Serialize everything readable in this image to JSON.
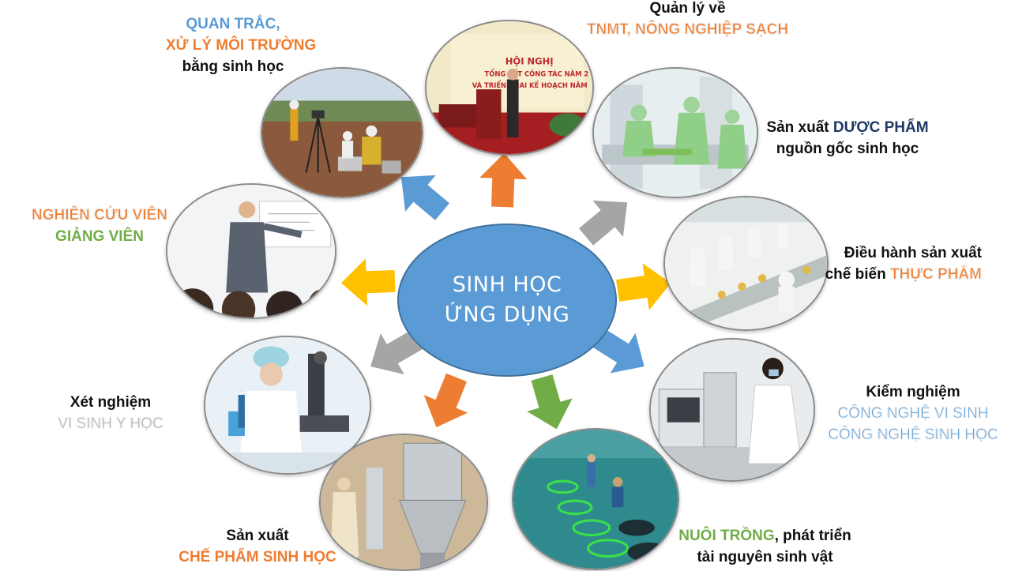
{
  "center": {
    "line1": "SINH HỌC",
    "line2": "ỨNG DỤNG"
  },
  "colors": {
    "center": "#5b9bd5",
    "blue": "#5b9bd5",
    "orange": "#ed7d31",
    "green": "#70ad47",
    "grey": "#a5a5a5",
    "yellow": "#ffc000",
    "navy": "#1f3864"
  },
  "careers": [
    {
      "id": "env",
      "lines": [
        "QUAN TRẮC,",
        "XỬ LÝ MÔI TRƯỜNG",
        "bằng sinh học"
      ],
      "arrow_color": "#5b9bd5"
    },
    {
      "id": "mgmt",
      "lines": [
        "Quản lý về",
        "TNMT, NÔNG NGHIỆP SẠCH"
      ],
      "arrow_color": "#ed7d31"
    },
    {
      "id": "pharma",
      "prefix": "Sản xuất ",
      "highlight": "DƯỢC PHẨM",
      "line2": "nguồn gốc sinh học",
      "arrow_color": "#a5a5a5"
    },
    {
      "id": "food",
      "line1": "Điều hành sản xuất",
      "prefix": "chế biến ",
      "highlight": "THỰC PHẨM",
      "arrow_color": "#ffc000"
    },
    {
      "id": "qc",
      "lines": [
        "Kiểm nghiệm",
        "CÔNG NGHỆ VI SINH",
        "CÔNG NGHỆ SINH HỌC"
      ],
      "arrow_color": "#5b9bd5"
    },
    {
      "id": "aqua",
      "highlight": "NUÔI TRỒNG",
      "suffix": ", phát triển",
      "line2": "tài nguyên sinh vật",
      "arrow_color": "#70ad47"
    },
    {
      "id": "product",
      "lines": [
        "Sản xuất",
        "CHẾ PHẨM SINH HỌC"
      ],
      "arrow_color": "#ed7d31"
    },
    {
      "id": "lab",
      "lines": [
        "Xét nghiệm",
        "VI SINH Y HỌC"
      ],
      "arrow_color": "#a5a5a5"
    },
    {
      "id": "research",
      "lines": [
        "NGHIÊN CỨU VIÊN",
        "GIẢNG VIÊN"
      ],
      "arrow_color": "#ffc000"
    }
  ],
  "photos": {
    "conference_banner": [
      "HỘI NGHỊ",
      "TỔNG KẾT CÔNG TÁC NĂM 2",
      "VÀ TRIỂN KHAI KẾ HOẠCH NĂM"
    ]
  }
}
